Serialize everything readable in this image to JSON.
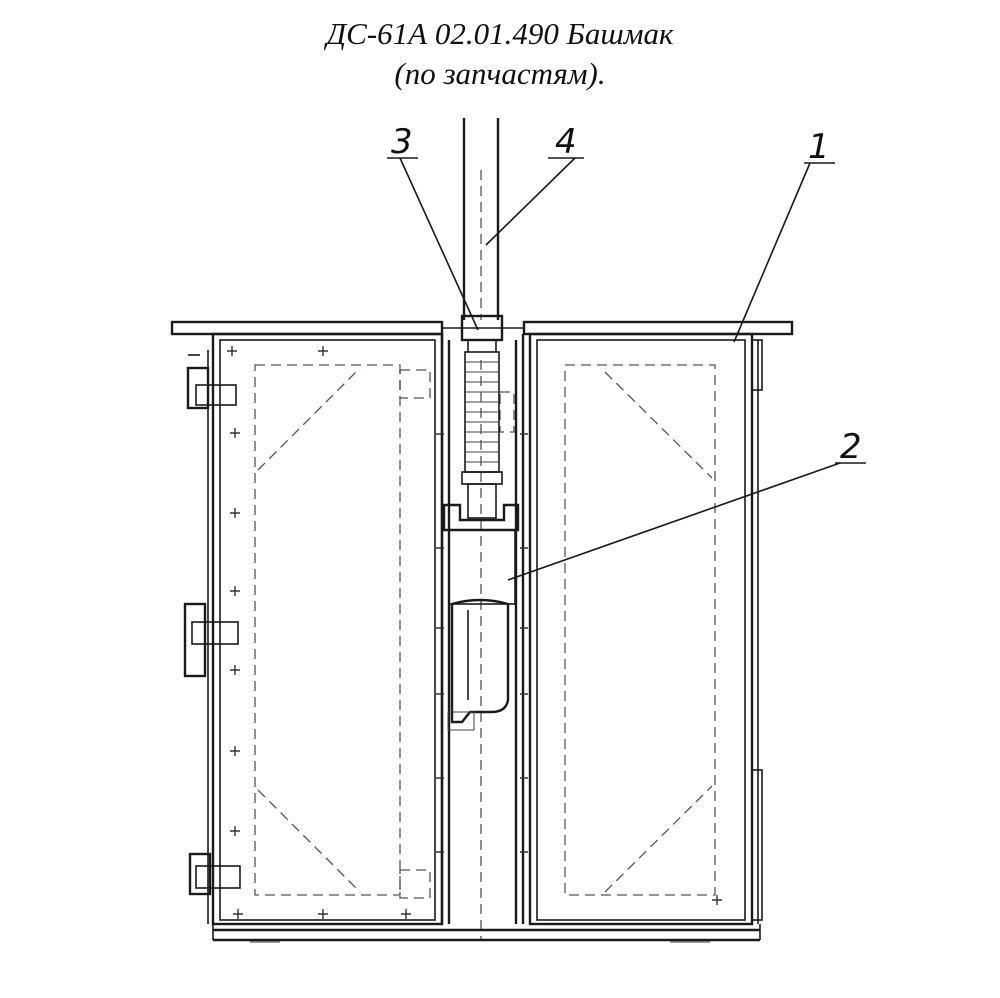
{
  "title": {
    "line1": "ДС-61А 02.01.490 Башмак",
    "line2": "(по запчастям)."
  },
  "callouts": [
    {
      "id": "1",
      "label": "1"
    },
    {
      "id": "2",
      "label": "2"
    },
    {
      "id": "3",
      "label": "3"
    },
    {
      "id": "4",
      "label": "4"
    }
  ]
}
